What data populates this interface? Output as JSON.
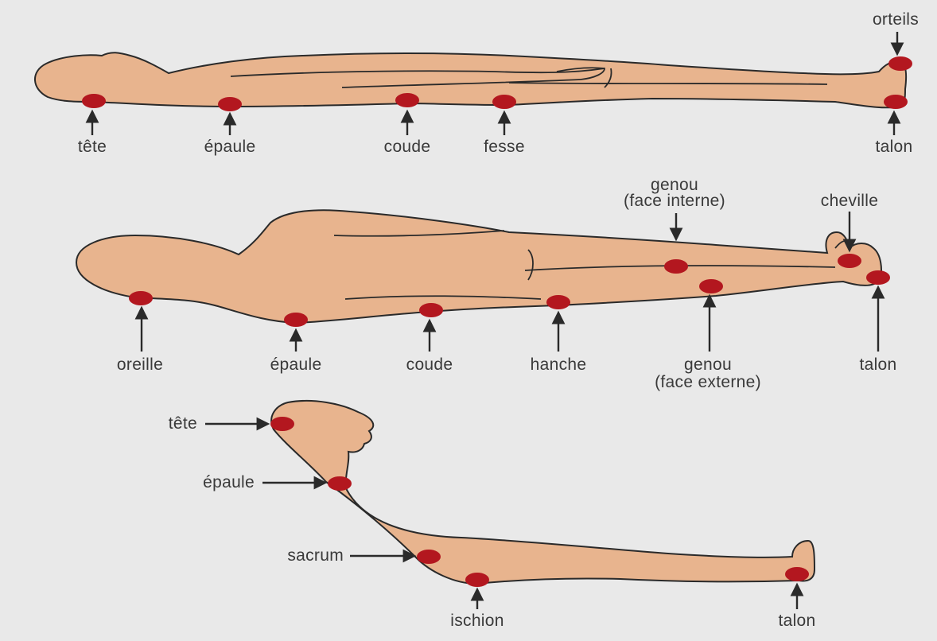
{
  "colors": {
    "background": "#e9e9e9",
    "body_fill": "#e8b48e",
    "outline": "#2a2a2a",
    "pressure_point": "#b3171f",
    "text": "#3a3a3a"
  },
  "supine": {
    "labels": {
      "head": "tête",
      "shoulder": "épaule",
      "elbow": "coude",
      "buttock": "fesse",
      "toes": "orteils",
      "heel": "talon"
    }
  },
  "lateral": {
    "labels": {
      "ear": "oreille",
      "shoulder": "épaule",
      "elbow": "coude",
      "hip": "hanche",
      "knee_inner_line1": "genou",
      "knee_inner_line2": "(face interne)",
      "ankle": "cheville",
      "knee_outer_line1": "genou",
      "knee_outer_line2": "(face externe)",
      "heel": "talon"
    }
  },
  "seated": {
    "labels": {
      "head": "tête",
      "shoulder": "épaule",
      "sacrum": "sacrum",
      "ischium": "ischion",
      "heel": "talon"
    }
  }
}
